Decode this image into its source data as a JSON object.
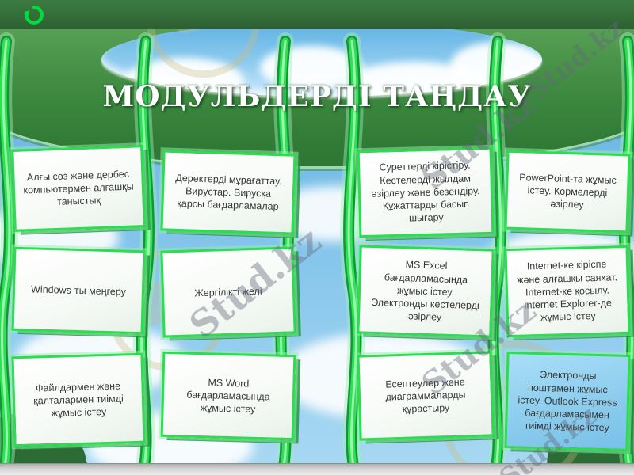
{
  "page": {
    "title": "МОДУЛЬДЕРДІ ТАҢДАУ",
    "watermark": "Stud.kz"
  },
  "toolbar": {
    "replay_icon": "circular-arrow"
  },
  "colors": {
    "top_bar_green": "#336c39",
    "header_green": "#3f8c3f",
    "ribbon_green": "#2edc52",
    "card_border_green": "#2edc52",
    "card_background": "#ffffff",
    "highlighted_card_blue": "#8ccdee",
    "sky_blue": "#6ab5e5",
    "title_text": "#ffffff"
  },
  "modules": {
    "columns": [
      {
        "cards": [
          {
            "text": "Алғы сөз және дербес компьютермен алғашқы таныстық"
          },
          {
            "text": "Windows-ты меңгеру"
          },
          {
            "text": "Файлдармен және қалталармен тиімді жұмыс істеу"
          }
        ]
      },
      {
        "cards": [
          {
            "text": "Деректерді мұрағаттау. Вирустар. Вирусқа қарсы бағдарламалар"
          },
          {
            "text": "Жергілікті желі"
          },
          {
            "text": "MS Word бағдарламасында жұмыс істеу"
          }
        ]
      },
      {
        "cards": [
          {
            "text": "Суреттерді кірістіру. Кестелерді жылдам әзірлеу және безендіру. Құжаттарды басып шығару"
          },
          {
            "text": "MS Excel бағдарламасында жұмыс істеу. Электронды кестелерді әзірлеу"
          },
          {
            "text": "Есептеулер және диаграммаларды құрастыру"
          }
        ]
      },
      {
        "cards": [
          {
            "text": "PowerPoint-та жұмыс істеу. Көрмелерді әзірлеу"
          },
          {
            "text": "Internet-ке кіріспе және алғашқы саяхат. Internet-ке қосылу. Internet Explorer-де жұмыс істеу"
          },
          {
            "text": "Электронды поштамен жұмыс істеу. Outlook Express бағдарламасымен тиімді жұмыс істеу",
            "highlighted": true
          }
        ]
      }
    ]
  }
}
